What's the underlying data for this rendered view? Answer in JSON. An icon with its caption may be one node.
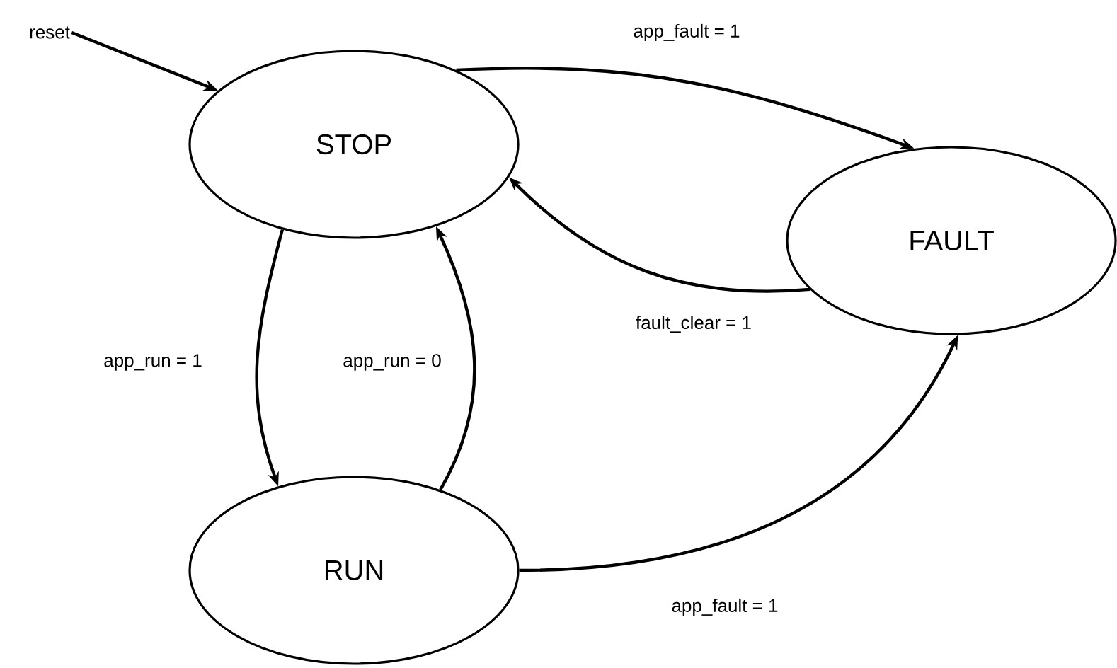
{
  "diagram": {
    "nodes": [
      {
        "text": [
          "reset"
        ]
      },
      {
        "text": [
          "STOP"
        ]
      },
      {
        "text": [
          "FAULT"
        ]
      },
      {
        "text": [
          "RUN"
        ]
      }
    ],
    "edges": [
      {
        "from": 0,
        "to": 1,
        "arrow": "to"
      },
      {
        "from": 1,
        "to": 2,
        "arrow": "to",
        "label": "app_fault = 1"
      },
      {
        "from": 2,
        "to": 1,
        "arrow": "to",
        "label": "fault_clear = 1"
      },
      {
        "from": 1,
        "to": 3,
        "arrow": "to",
        "label": "app_run = 1"
      },
      {
        "from": 3,
        "to": 1,
        "arrow": "to",
        "label": "app_run = 0"
      },
      {
        "from": 3,
        "to": 2,
        "arrow": "to",
        "label": "app_fault = 1"
      }
    ]
  }
}
